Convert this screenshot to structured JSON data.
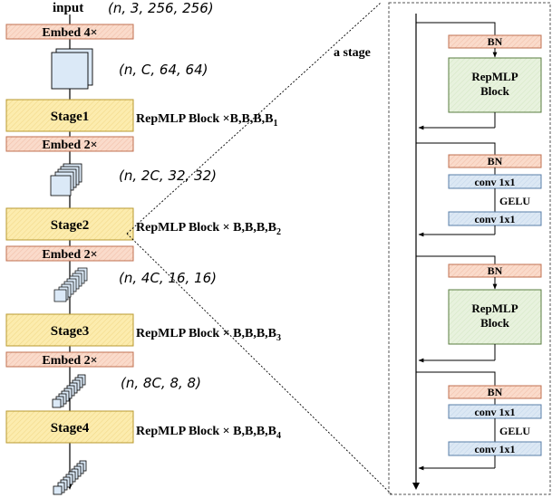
{
  "left": {
    "input_label": "input",
    "input_shape": "(n, 3, 256, 256)",
    "embeds": [
      "Embed 4×",
      "Embed 2×",
      "Embed 2×",
      "Embed 2×"
    ],
    "shapes": [
      "(n, C, 64, 64)",
      "(n, 2C, 32, 32)",
      "(n, 4C, 16, 16)",
      "(n, 8C, 8, 8)"
    ],
    "stages": [
      "Stage1",
      "Stage2",
      "Stage3",
      "Stage4"
    ],
    "stage_desc_main": "RepMLP Block ×",
    "stage_desc_sub": [
      "1",
      "2",
      "3",
      "4"
    ],
    "stage_desc_b": [
      "B",
      "B",
      "B",
      "B"
    ]
  },
  "stage_label": "a stage",
  "right": {
    "bn": "BN",
    "repmlp_line1": "RepMLP",
    "repmlp_line2": "Block",
    "conv": "conv 1x1",
    "gelu": "GELU"
  },
  "colors": {
    "embed_fill": "#f8d8c8",
    "embed_stroke": "#c07050",
    "stage_fill": "#fbe9a6",
    "stage_stroke": "#b89a30",
    "repmlp_fill": "#e6f1dc",
    "conv_fill": "#d6e4f2",
    "conv_stroke": "#5a7fa8",
    "cube": "#d8e8f8"
  }
}
